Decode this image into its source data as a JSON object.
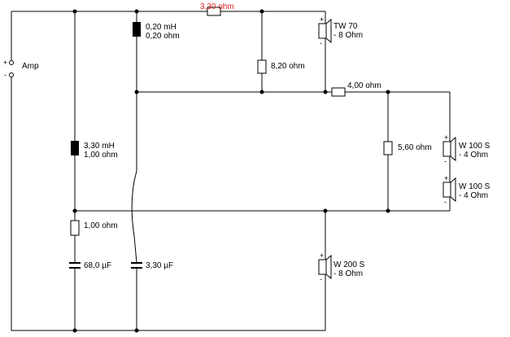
{
  "amp": {
    "label": "Amp",
    "plus": "+",
    "minus": "-"
  },
  "components": {
    "r_top_series": {
      "label": "3,30 ohm",
      "color": "#e02020"
    },
    "l_tweeter_shunt": {
      "line1": "0,20 mH",
      "line2": "0,20 ohm"
    },
    "r_tweeter_parallel": {
      "label": "8,20 ohm"
    },
    "tw70": {
      "name": "TW 70",
      "imp": "- 8 Ohm"
    },
    "r_mid_series": {
      "label": "4,00 ohm"
    },
    "r_mid_parallel": {
      "label": "5,60 ohm"
    },
    "w100_a": {
      "name": "W 100 S",
      "imp": "- 4 Ohm"
    },
    "w100_b": {
      "name": "W 100 S",
      "imp": "- 4 Ohm"
    },
    "l_main": {
      "line1": "3,30 mH",
      "line2": "1,00 ohm"
    },
    "r_zobel": {
      "label": "1,00 ohm"
    },
    "c_zobel": {
      "label": "68,0 µF"
    },
    "c_mid": {
      "label": "3,30 µF"
    },
    "w200": {
      "name": "W 200 S",
      "imp": "- 8 Ohm"
    }
  },
  "speaker_signs": {
    "plus": "+",
    "minus": "-"
  }
}
